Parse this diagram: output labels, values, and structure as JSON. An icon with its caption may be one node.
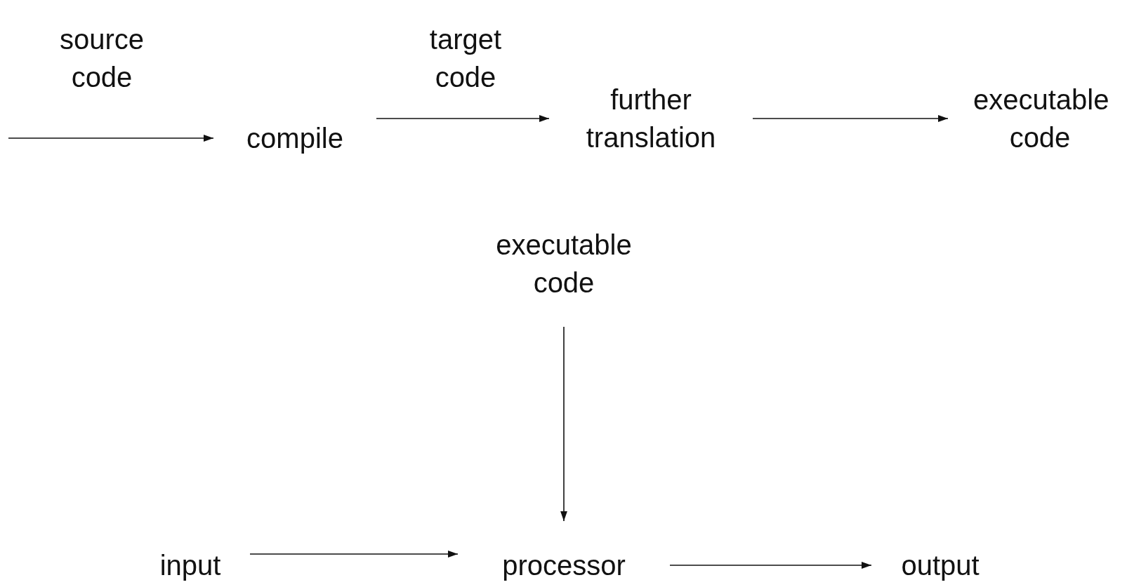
{
  "diagram": {
    "nodes": [
      {
        "text": [
          "compile"
        ]
      },
      {
        "text": [
          "further translation"
        ]
      },
      {
        "text": [
          "executable code"
        ]
      },
      {
        "text": [
          "executable code"
        ]
      },
      {
        "text": [
          "input"
        ]
      },
      {
        "text": [
          "processor"
        ]
      },
      {
        "text": [
          "output"
        ]
      }
    ],
    "edges": [
      {
        "from": null,
        "to": 0,
        "arrow": "to",
        "label": "source code"
      },
      {
        "from": 0,
        "to": 1,
        "arrow": "to",
        "label": "target code"
      },
      {
        "from": 1,
        "to": 2,
        "arrow": "to"
      },
      {
        "from": 3,
        "to": 5,
        "arrow": "to"
      },
      {
        "from": 4,
        "to": 5,
        "arrow": "to"
      },
      {
        "from": 5,
        "to": 6,
        "arrow": "to"
      }
    ]
  }
}
